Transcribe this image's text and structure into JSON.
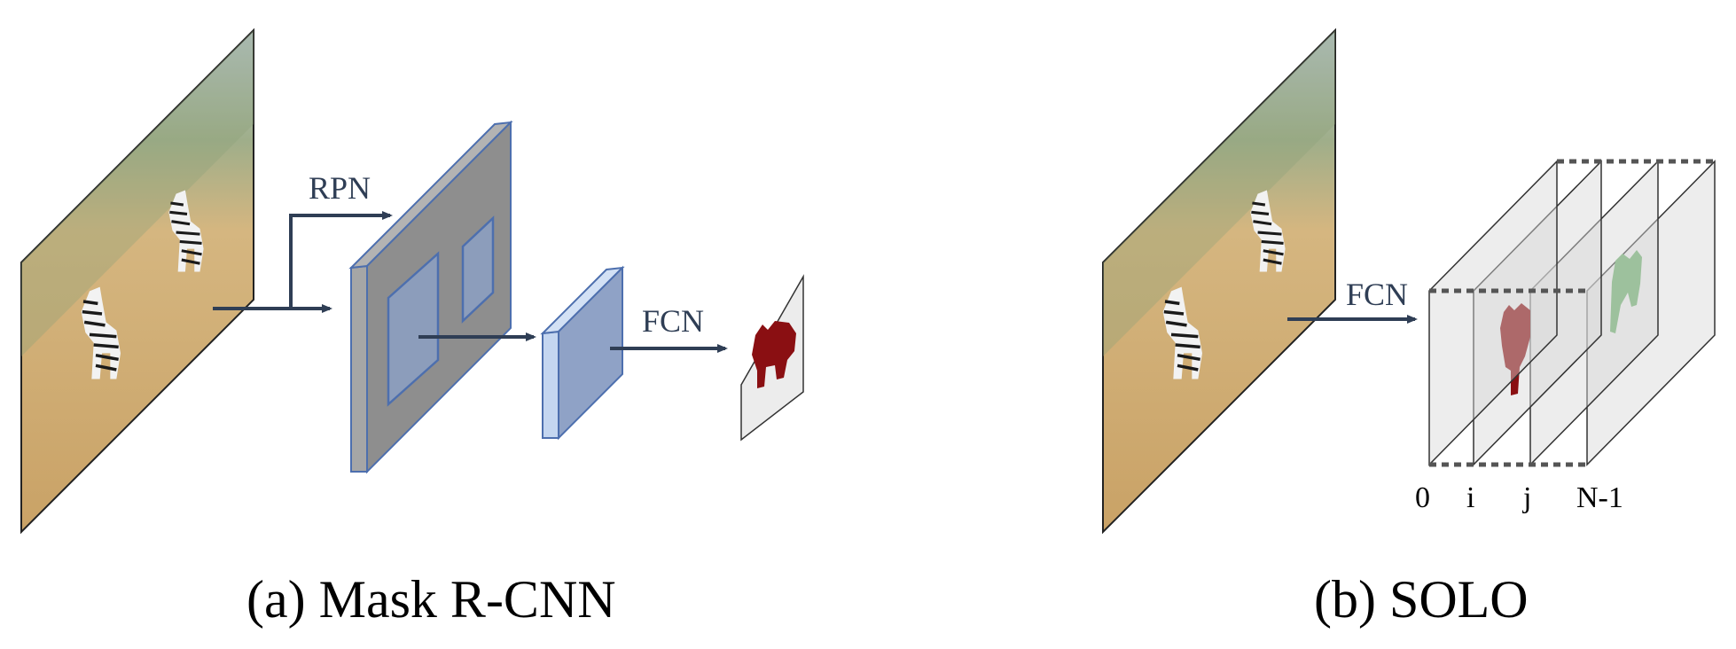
{
  "panel_a": {
    "caption": "(a) Mask R-CNN",
    "rpn_label": "RPN",
    "fcn_label": "FCN"
  },
  "panel_b": {
    "caption": "(b) SOLO",
    "fcn_label": "FCN",
    "channel_labels": [
      "0",
      "i",
      "j",
      "N-1"
    ]
  },
  "colors": {
    "arrow": "#2f3e55",
    "feature_face": "#8e8e8e",
    "feature_edge": "#4d6fae",
    "roi_fill": "#8c9dbb",
    "small_box_face": "#8fa2c6",
    "small_box_side": "#c4d6f0",
    "mask_red": "#8a0f12",
    "mask_green": "#6eb06e",
    "plane_fill": "#d8d8d8",
    "photo_sky": "#b9c7cf",
    "photo_grass": "#d2b27a"
  },
  "icons": [
    "zebra-photo-icon",
    "red-mask-icon",
    "green-mask-icon"
  ]
}
